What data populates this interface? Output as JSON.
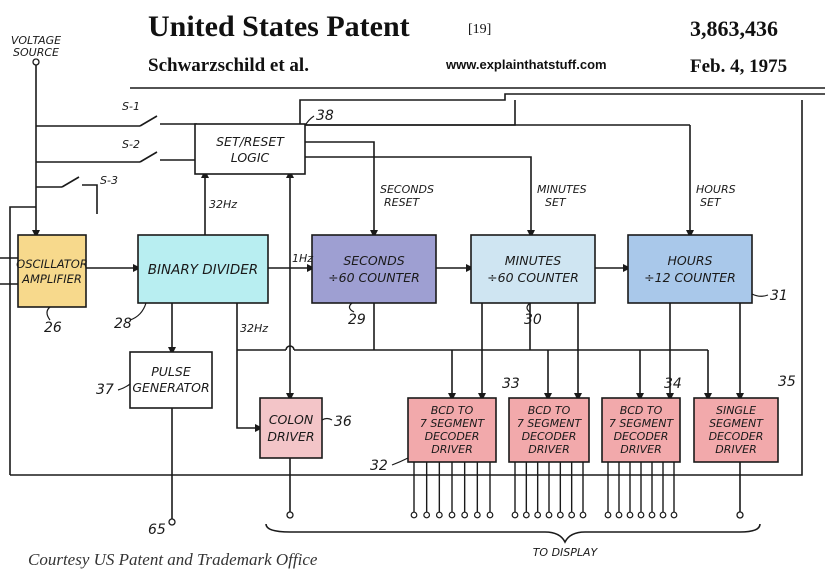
{
  "header": {
    "title": "United States Patent",
    "ref": "[19]",
    "number": "3,863,436",
    "inventors": "Schwarzschild et al.",
    "site": "www.explainthatstuff.com",
    "date": "Feb. 4, 1975"
  },
  "credit": "Courtesy US Patent and Trademark Office",
  "colors": {
    "oscillator": "#f7d98c",
    "binary_divider": "#b8eef1",
    "seconds": "#9e9fd2",
    "minutes": "#cfe5f2",
    "hours": "#a9c8ea",
    "colon": "#f3c5c8",
    "decoders": "#f2a9ab"
  },
  "diagram": {
    "voltage_source": [
      "VOLTAGE",
      "SOURCE"
    ],
    "switches": [
      "S-1",
      "S-2",
      "S-3"
    ],
    "blocks": {
      "set_reset": [
        "SET/RESET",
        "LOGIC"
      ],
      "oscillator": [
        "OSCILLATOR",
        "AMPLIFIER"
      ],
      "binary_divider": [
        "BINARY DIVIDER"
      ],
      "seconds": [
        "SECONDS",
        "÷60 COUNTER"
      ],
      "minutes": [
        "MINUTES",
        "÷60 COUNTER"
      ],
      "hours": [
        "HOURS",
        "÷12 COUNTER"
      ],
      "pulse": [
        "PULSE",
        "GENERATOR"
      ],
      "colon": [
        "COLON",
        "DRIVER"
      ],
      "bcd1": [
        "BCD TO",
        "7 SEGMENT",
        "DECODER",
        "DRIVER"
      ],
      "bcd2": [
        "BCD TO",
        "7 SEGMENT",
        "DECODER",
        "DRIVER"
      ],
      "bcd3": [
        "BCD TO",
        "7 SEGMENT",
        "DECODER",
        "DRIVER"
      ],
      "single": [
        "SINGLE",
        "SEGMENT",
        "DECODER",
        "DRIVER"
      ]
    },
    "signals": {
      "f32_a": "32Hz",
      "f32_b": "32Hz",
      "f1": "1Hz",
      "seconds_reset": [
        "SECONDS",
        "RESET"
      ],
      "minutes_set": [
        "MINUTES",
        "SET"
      ],
      "hours_set": [
        "HOURS",
        "SET"
      ],
      "to_display": "TO DISPLAY"
    },
    "numbers": {
      "n38": "38",
      "n26": "26",
      "n28": "28",
      "n29": "29",
      "n30": "30",
      "n31": "31",
      "n37": "37",
      "n36": "36",
      "n32": "32",
      "n33": "33",
      "n34": "34",
      "n35": "35",
      "n65": "65"
    }
  }
}
